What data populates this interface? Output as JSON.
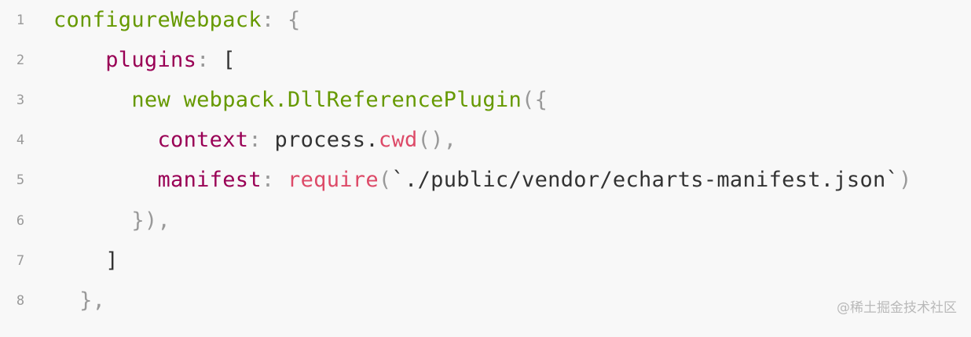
{
  "colors": {
    "background": "#f8f8f8",
    "line_number": "#999999",
    "plain": "#333333",
    "key": "#990055",
    "green": "#669900",
    "call": "#dd4a68",
    "punct": "#999999"
  },
  "code_lines": [
    {
      "number": "1",
      "tokens": [
        {
          "text": "configureWebpack",
          "kind": "green"
        },
        {
          "text": ": {",
          "kind": "punct"
        }
      ]
    },
    {
      "number": "2",
      "tokens": [
        {
          "text": "    ",
          "kind": "plain"
        },
        {
          "text": "plugins",
          "kind": "key"
        },
        {
          "text": ": ",
          "kind": "punct"
        },
        {
          "text": "[",
          "kind": "plain"
        }
      ]
    },
    {
      "number": "3",
      "tokens": [
        {
          "text": "      ",
          "kind": "plain"
        },
        {
          "text": "new webpack.DllReferencePlugin",
          "kind": "green"
        },
        {
          "text": "({",
          "kind": "punct"
        }
      ]
    },
    {
      "number": "4",
      "tokens": [
        {
          "text": "        ",
          "kind": "plain"
        },
        {
          "text": "context",
          "kind": "key"
        },
        {
          "text": ": ",
          "kind": "punct"
        },
        {
          "text": "process.",
          "kind": "plain"
        },
        {
          "text": "cwd",
          "kind": "call"
        },
        {
          "text": "(),",
          "kind": "punct"
        }
      ]
    },
    {
      "number": "5",
      "tokens": [
        {
          "text": "        ",
          "kind": "plain"
        },
        {
          "text": "manifest",
          "kind": "key"
        },
        {
          "text": ": ",
          "kind": "punct"
        },
        {
          "text": "require",
          "kind": "call"
        },
        {
          "text": "(",
          "kind": "punct"
        },
        {
          "text": "`./public/vendor/echarts-manifest.json`",
          "kind": "plain"
        },
        {
          "text": ")",
          "kind": "punct"
        }
      ]
    },
    {
      "number": "6",
      "tokens": [
        {
          "text": "      ",
          "kind": "plain"
        },
        {
          "text": "}),",
          "kind": "punct"
        }
      ]
    },
    {
      "number": "7",
      "tokens": [
        {
          "text": "    ",
          "kind": "plain"
        },
        {
          "text": "]",
          "kind": "plain"
        }
      ]
    },
    {
      "number": "8",
      "tokens": [
        {
          "text": "  ",
          "kind": "plain"
        },
        {
          "text": "},",
          "kind": "punct"
        }
      ]
    }
  ],
  "watermark": "@稀土掘金技术社区"
}
